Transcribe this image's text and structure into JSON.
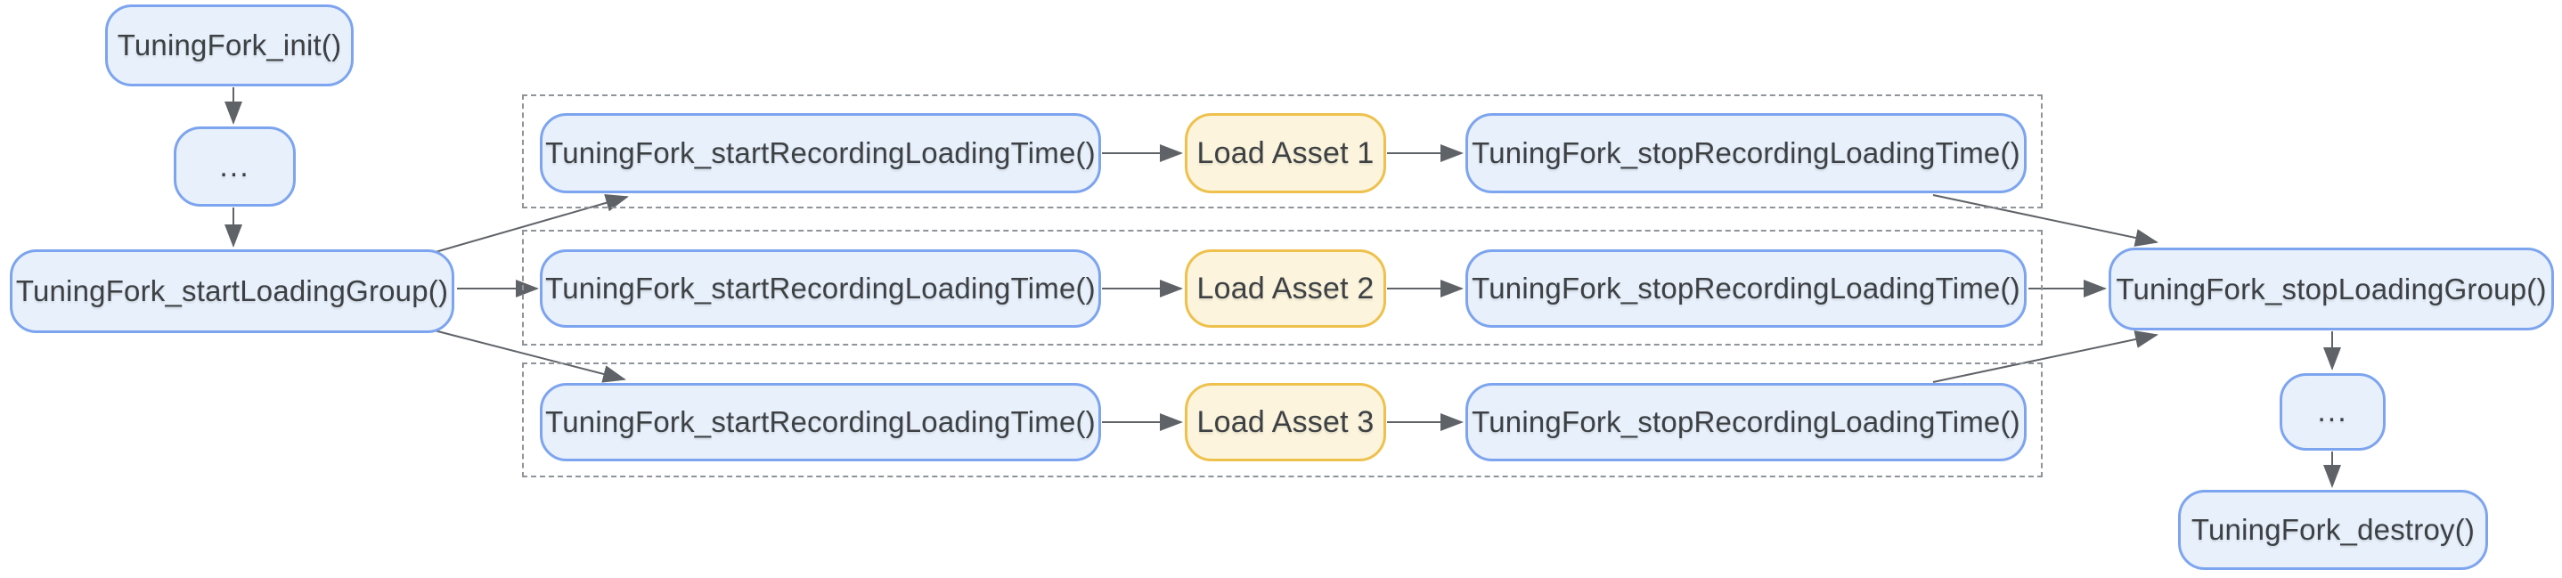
{
  "diagram": {
    "description": "TuningFork loading-time API call flow",
    "colors": {
      "node_fill_blue": "#e8f0fc",
      "node_border_blue": "#7da4ee",
      "node_fill_yellow": "#fcf4dc",
      "node_border_yellow": "#eec14d",
      "edge_gray": "#5f6368",
      "group_dash_gray": "#8f9499",
      "text": "#3d4144",
      "background": "#ffffff"
    }
  },
  "nodes": {
    "init": {
      "label": "TuningFork_init()"
    },
    "ellipsis_top": {
      "label": "..."
    },
    "start_loading_group": {
      "label": "TuningFork_startLoadingGroup()"
    },
    "rows": [
      {
        "start_label": "TuningFork_startRecordingLoadingTime()",
        "asset_label": "Load Asset 1",
        "stop_label": "TuningFork_stopRecordingLoadingTime()"
      },
      {
        "start_label": "TuningFork_startRecordingLoadingTime()",
        "asset_label": "Load Asset 2",
        "stop_label": "TuningFork_stopRecordingLoadingTime()"
      },
      {
        "start_label": "TuningFork_startRecordingLoadingTime()",
        "asset_label": "Load Asset 3",
        "stop_label": "TuningFork_stopRecordingLoadingTime()"
      }
    ],
    "stop_loading_group": {
      "label": "TuningFork_stopLoadingGroup()"
    },
    "ellipsis_bottom": {
      "label": "..."
    },
    "destroy": {
      "label": "TuningFork_destroy()"
    }
  }
}
